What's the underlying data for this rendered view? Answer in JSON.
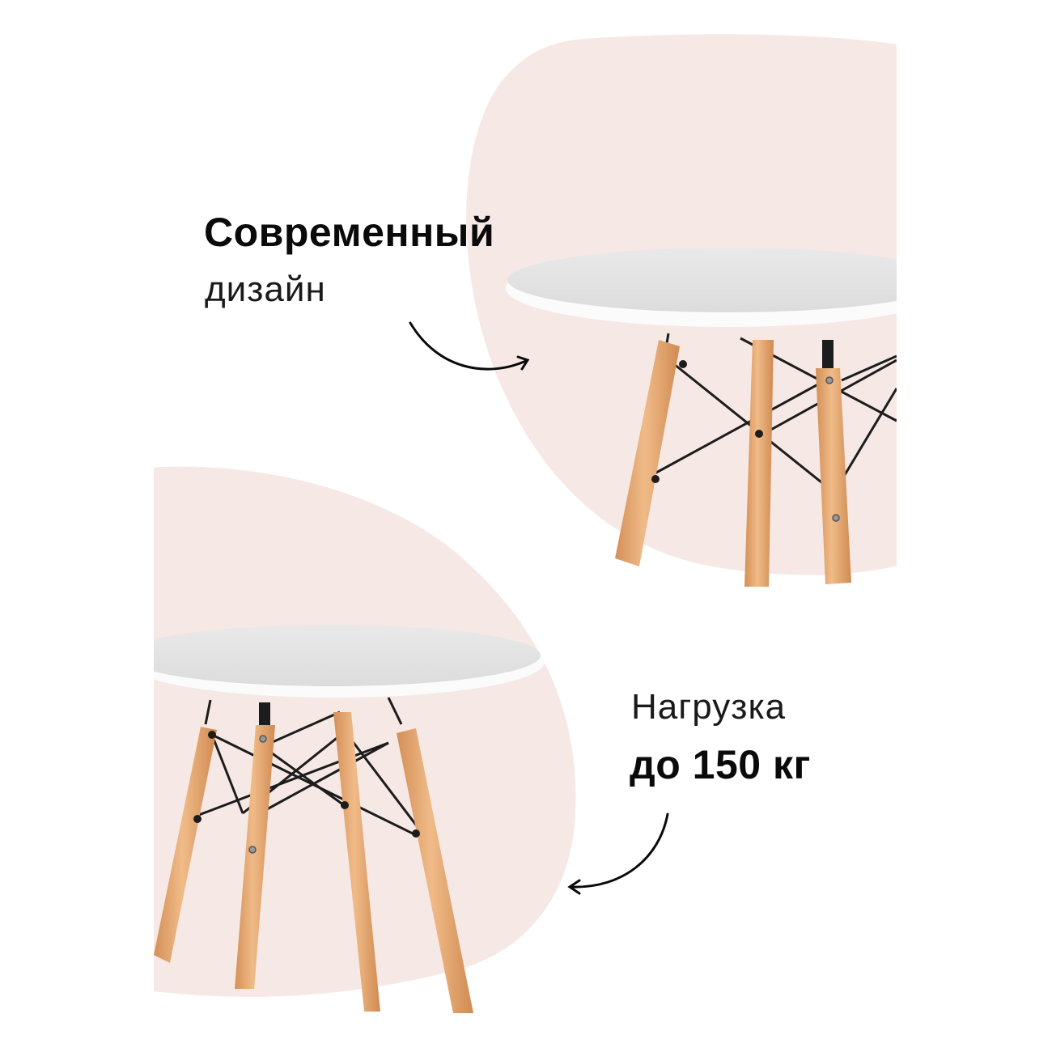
{
  "colors": {
    "background": "#ffffff",
    "blob": "#f6e9e5",
    "tabletop": "#e4e4e4",
    "tabletop_edge": "#fbfbfb",
    "wood": "#e3a872",
    "wood_dark": "#c98450",
    "metal": "#1c1c1c",
    "text": "#0a0a0a"
  },
  "callouts": [
    {
      "bold": "Современный",
      "light": "дизайн",
      "arrow": "arrow-right-curved"
    },
    {
      "light": "Нагрузка",
      "bold": "до 150 кг",
      "arrow": "arrow-left-curved"
    }
  ],
  "images": [
    {
      "subject": "round white table with beech wooden legs and black metal cross braces",
      "view": "upper-right"
    },
    {
      "subject": "round white table with beech wooden legs and black metal cross braces",
      "view": "lower-left"
    }
  ]
}
